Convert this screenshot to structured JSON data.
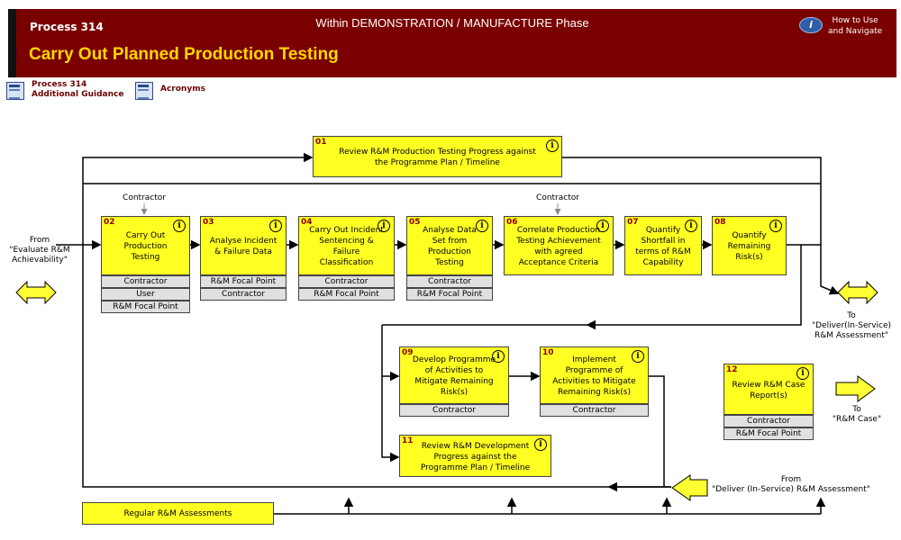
{
  "header": {
    "process_number": "Process 314",
    "phase": "Within DEMONSTRATION / MANUFACTURE Phase",
    "title": "Carry Out Planned Production Testing",
    "help_line1": "How to Use",
    "help_line2": "and Navigate",
    "help_icon": "i"
  },
  "links": {
    "guidance_line1": "Process 314",
    "guidance_line2": "Additional Guidance",
    "acronyms": "Acronyms"
  },
  "info_glyph": "i",
  "nodes": {
    "n01": {
      "num": "01",
      "line1": "Review R&M Production Testing Progress against",
      "line2": "the Programme Plan / Timeline"
    },
    "n02": {
      "num": "02",
      "line1": "Carry Out",
      "line2": "Production",
      "line3": "Testing",
      "roles": [
        "Contractor",
        "User",
        "R&M Focal Point"
      ]
    },
    "n03": {
      "num": "03",
      "line1": "Analyse Incident",
      "line2": "& Failure Data",
      "roles": [
        "R&M Focal Point",
        "Contractor"
      ]
    },
    "n04": {
      "num": "04",
      "line1": "Carry Out Incident",
      "line2": "Sentencing &",
      "line3": "Failure",
      "line4": "Classification",
      "roles": [
        "Contractor",
        "R&M Focal Point"
      ]
    },
    "n05": {
      "num": "05",
      "line1": "Analyse Data",
      "line2": "Set from",
      "line3": "Production",
      "line4": "Testing",
      "roles": [
        "Contractor",
        "R&M Focal Point"
      ]
    },
    "n06": {
      "num": "06",
      "line1": "Correlate Production",
      "line2": "Testing Achievement",
      "line3": "with agreed",
      "line4": "Acceptance Criteria"
    },
    "n07": {
      "num": "07",
      "line1": "Quantify",
      "line2": "Shortfall in",
      "line3": "terms of R&M",
      "line4": "Capability"
    },
    "n08": {
      "num": "08",
      "line1": "Quantify",
      "line2": "Remaining",
      "line3": "Risk(s)"
    },
    "n09": {
      "num": "09",
      "line1": "Develop Programme",
      "line2": "of Activities to",
      "line3": "Mitigate Remaining",
      "line4": "Risk(s)",
      "roles": [
        "Contractor"
      ]
    },
    "n10": {
      "num": "10",
      "line1": "Implement",
      "line2": "Programme of",
      "line3": "Activities to Mitigate",
      "line4": "Remaining Risk(s)",
      "roles": [
        "Contractor"
      ]
    },
    "n11": {
      "num": "11",
      "line1": "Review R&M Development",
      "line2": "Progress against the",
      "line3": "Programme Plan / Timeline"
    },
    "n12": {
      "num": "12",
      "line1": "Review R&M Case",
      "line2": "Report(s)",
      "roles": [
        "Contractor",
        "R&M Focal Point"
      ]
    }
  },
  "regular": "Regular R&M Assessments",
  "labels": {
    "contractor_top1": "Contractor",
    "contractor_top2": "Contractor",
    "from_left_1": "From",
    "from_left_2": "\"Evaluate R&M",
    "from_left_3": "Achievability\"",
    "to_right_1": "To",
    "to_right_2": "\"Deliver(In-Service)",
    "to_right_3": "R&M Assessment\"",
    "to_case_1": "To",
    "to_case_2": "\"R&M Case\"",
    "from_bottom_1": "From",
    "from_bottom_2": "\"Deliver (In-Service) R&M Assessment\""
  },
  "colors": {
    "header_bg": "#7a0000",
    "title": "#ffd700",
    "node_fill": "#ffff22",
    "role_fill": "#e0e0e0",
    "arrow_fill": "#ffff33"
  }
}
